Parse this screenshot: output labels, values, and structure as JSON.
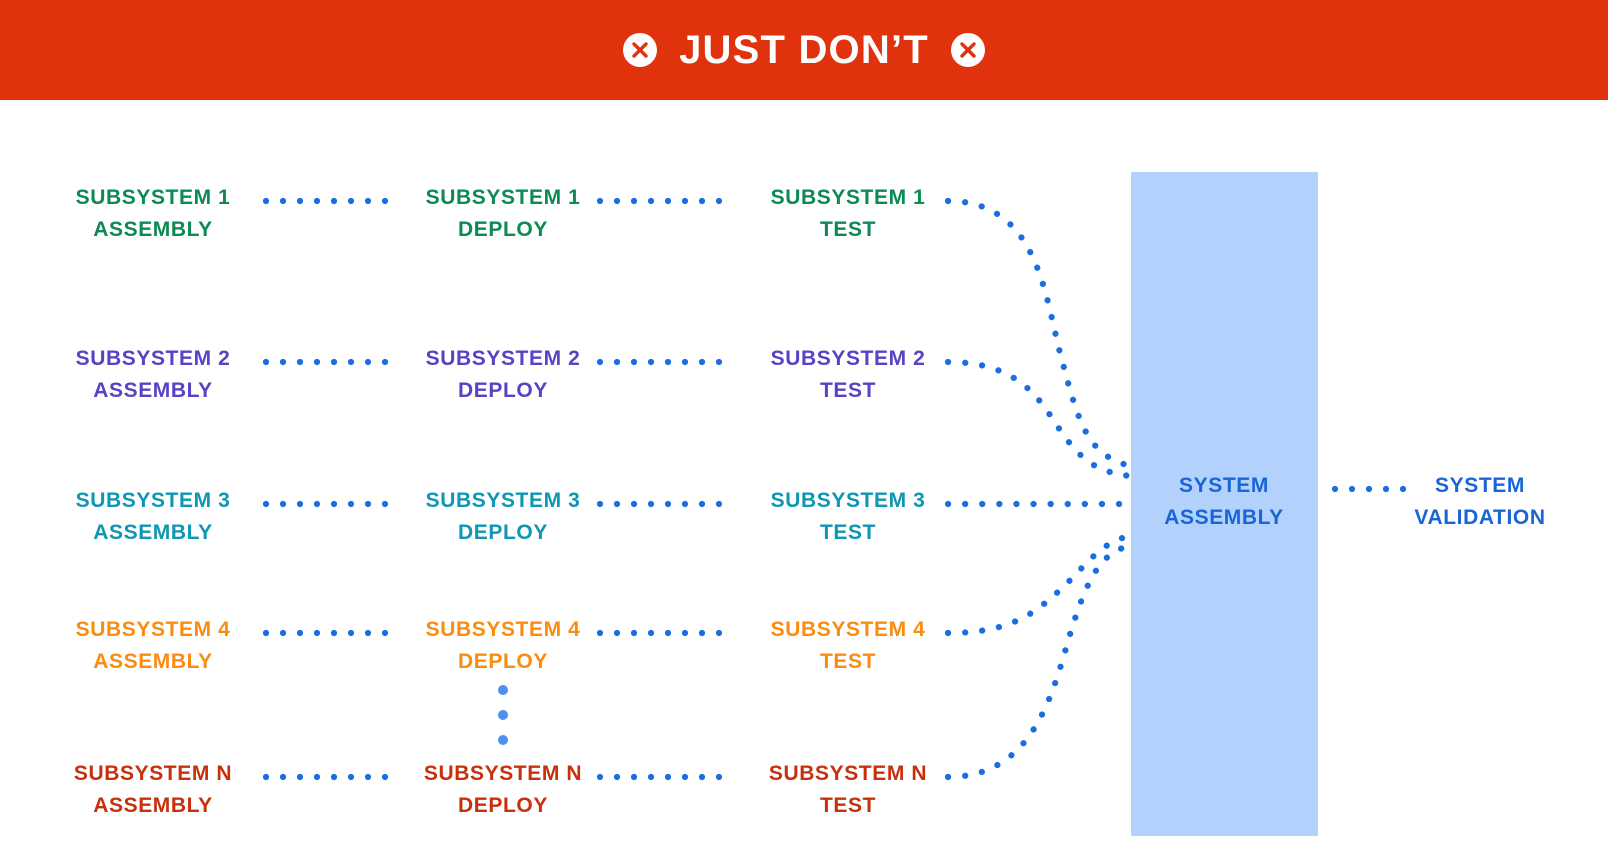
{
  "banner": {
    "title": "JUST DON’T",
    "background": "#e0330d",
    "text_color": "#ffffff",
    "left_icon": "x-circle-icon",
    "right_icon": "x-circle-icon"
  },
  "diagram": {
    "connector_color": "#1a6ee0",
    "stage_labels": [
      "ASSEMBLY",
      "DEPLOY",
      "TEST"
    ],
    "rows": [
      {
        "id": "subsystem-1",
        "color": "#0b8a52",
        "cells": [
          "SUBSYSTEM 1\nASSEMBLY",
          "SUBSYSTEM 1\nDEPLOY",
          "SUBSYSTEM 1\nTEST"
        ]
      },
      {
        "id": "subsystem-2",
        "color": "#5b42c4",
        "cells": [
          "SUBSYSTEM 2\nASSEMBLY",
          "SUBSYSTEM 2\nDEPLOY",
          "SUBSYSTEM 2\nTEST"
        ]
      },
      {
        "id": "subsystem-3",
        "color": "#0e96b3",
        "cells": [
          "SUBSYSTEM 3\nASSEMBLY",
          "SUBSYSTEM 3\nDEPLOY",
          "SUBSYSTEM 3\nTEST"
        ]
      },
      {
        "id": "subsystem-4",
        "color": "#fb8c10",
        "cells": [
          "SUBSYSTEM 4\nASSEMBLY",
          "SUBSYSTEM 4\nDEPLOY",
          "SUBSYSTEM 4\nTEST"
        ]
      },
      {
        "id": "subsystem-n",
        "color": "#c8300c",
        "cells": [
          "SUBSYSTEM N\nASSEMBLY",
          "SUBSYSTEM N\nDEPLOY",
          "SUBSYSTEM N\nTEST"
        ]
      }
    ],
    "ellipsis": {
      "name": "vertical-ellipsis",
      "dots": 3,
      "color": "#4f8ff0"
    },
    "system_assembly": {
      "label": "SYSTEM\nASSEMBLY",
      "block_color": "#b3d1fd",
      "text_color": "#1866d6"
    },
    "system_validation": {
      "label": "SYSTEM\nVALIDATION",
      "text_color": "#1866d6"
    }
  }
}
